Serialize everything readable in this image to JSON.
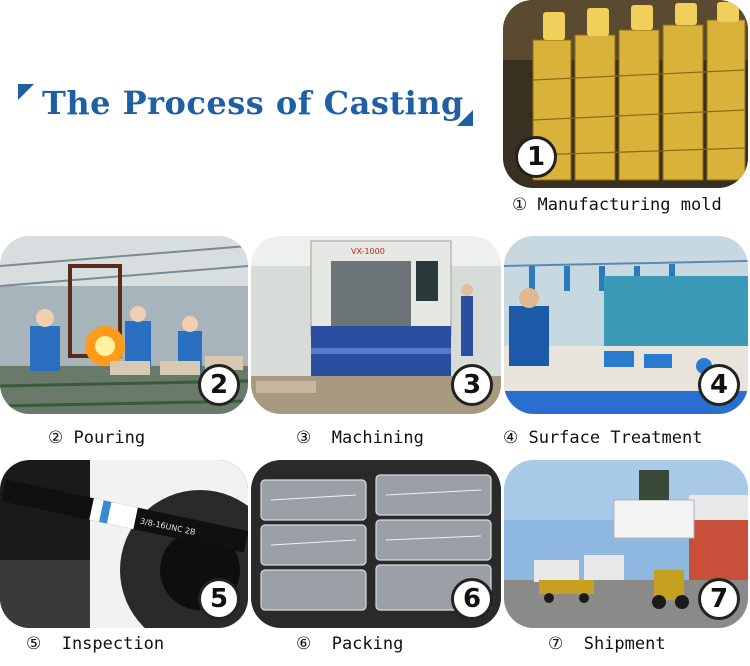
{
  "title": "The Process of Casting",
  "steps": [
    {
      "num": "1",
      "caption": "① Manufacturing mold"
    },
    {
      "num": "2",
      "caption": "② Pouring"
    },
    {
      "num": "3",
      "caption": "③  Machining"
    },
    {
      "num": "4",
      "caption": "④ Surface Treatment"
    },
    {
      "num": "5",
      "caption": "⑤  Inspection"
    },
    {
      "num": "6",
      "caption": "⑥  Packing"
    },
    {
      "num": "7",
      "caption": "⑦  Shipment"
    }
  ],
  "photo_text": {
    "machine_brand": "VX-1000",
    "label_text": "3/8-16UNC 2B"
  }
}
